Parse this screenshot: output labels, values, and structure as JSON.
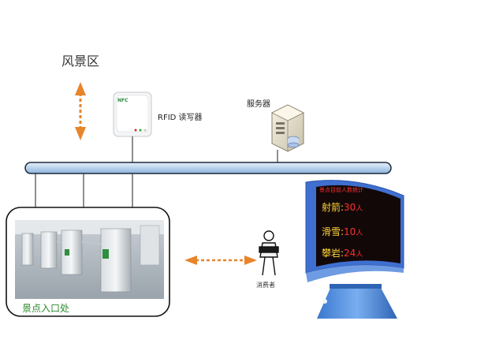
{
  "labels": {
    "scenic_area": "风景区",
    "rfid_reader": "RFID 读写器",
    "reader_brand": "NFC",
    "server": "服务器",
    "entrance": "景点入口处",
    "consumer": "消费者"
  },
  "board": {
    "title": "景点目前人数统计",
    "rows": [
      {
        "name": "射箭:",
        "count": "30",
        "unit": "人"
      },
      {
        "name": "滑雪:",
        "count": "10",
        "unit": "人"
      },
      {
        "name": "攀岩:",
        "count": "24",
        "unit": "人"
      }
    ]
  },
  "colors": {
    "bus_fill": "#c9def0",
    "arrow_orange": "#e8842a",
    "board_bg": "#120808",
    "board_frame": "#3f6fd0",
    "entrance_text": "#2d8a2d"
  }
}
